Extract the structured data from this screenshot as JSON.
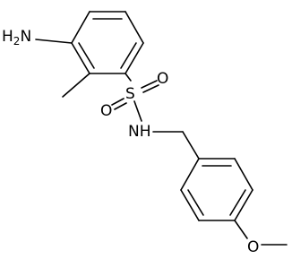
{
  "molecule": {
    "labels": {
      "amine": "H2N",
      "amine_h": "H",
      "amine_sub": "2",
      "amine_n": "N",
      "sulfur": "S",
      "oxygen_top": "O",
      "oxygen_bottom": "O",
      "nh": "NH",
      "methoxy_o": "O"
    },
    "bond_color": "#000000",
    "label_color": "#000000",
    "background": "#ffffff"
  }
}
